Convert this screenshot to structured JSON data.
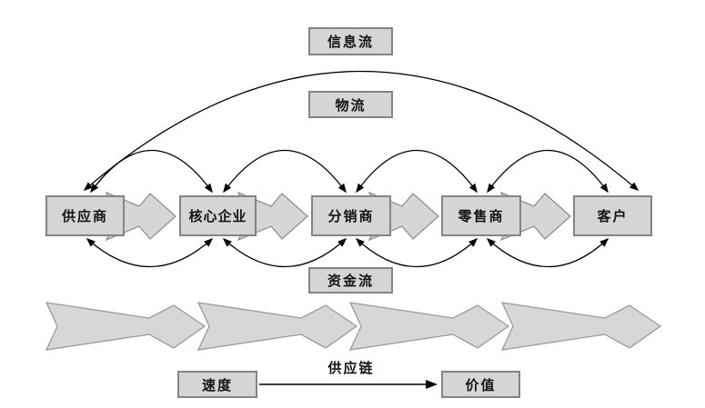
{
  "diagram": {
    "flow_labels": {
      "information": "信息流",
      "logistics": "物流",
      "capital": "资金流"
    },
    "nodes": [
      {
        "label": "供应商"
      },
      {
        "label": "核心企业"
      },
      {
        "label": "分销商"
      },
      {
        "label": "零售商"
      },
      {
        "label": "客户"
      }
    ],
    "chain_label": "供应链",
    "bottom": {
      "speed": "速度",
      "value": "价值"
    },
    "colors": {
      "box_fill": "#d5d5d5",
      "box_border": "#848484",
      "arrow_fill": "#d6d6d6",
      "arrow_stroke": "#8f8f8f",
      "line": "#000000",
      "text": "#141414"
    }
  }
}
